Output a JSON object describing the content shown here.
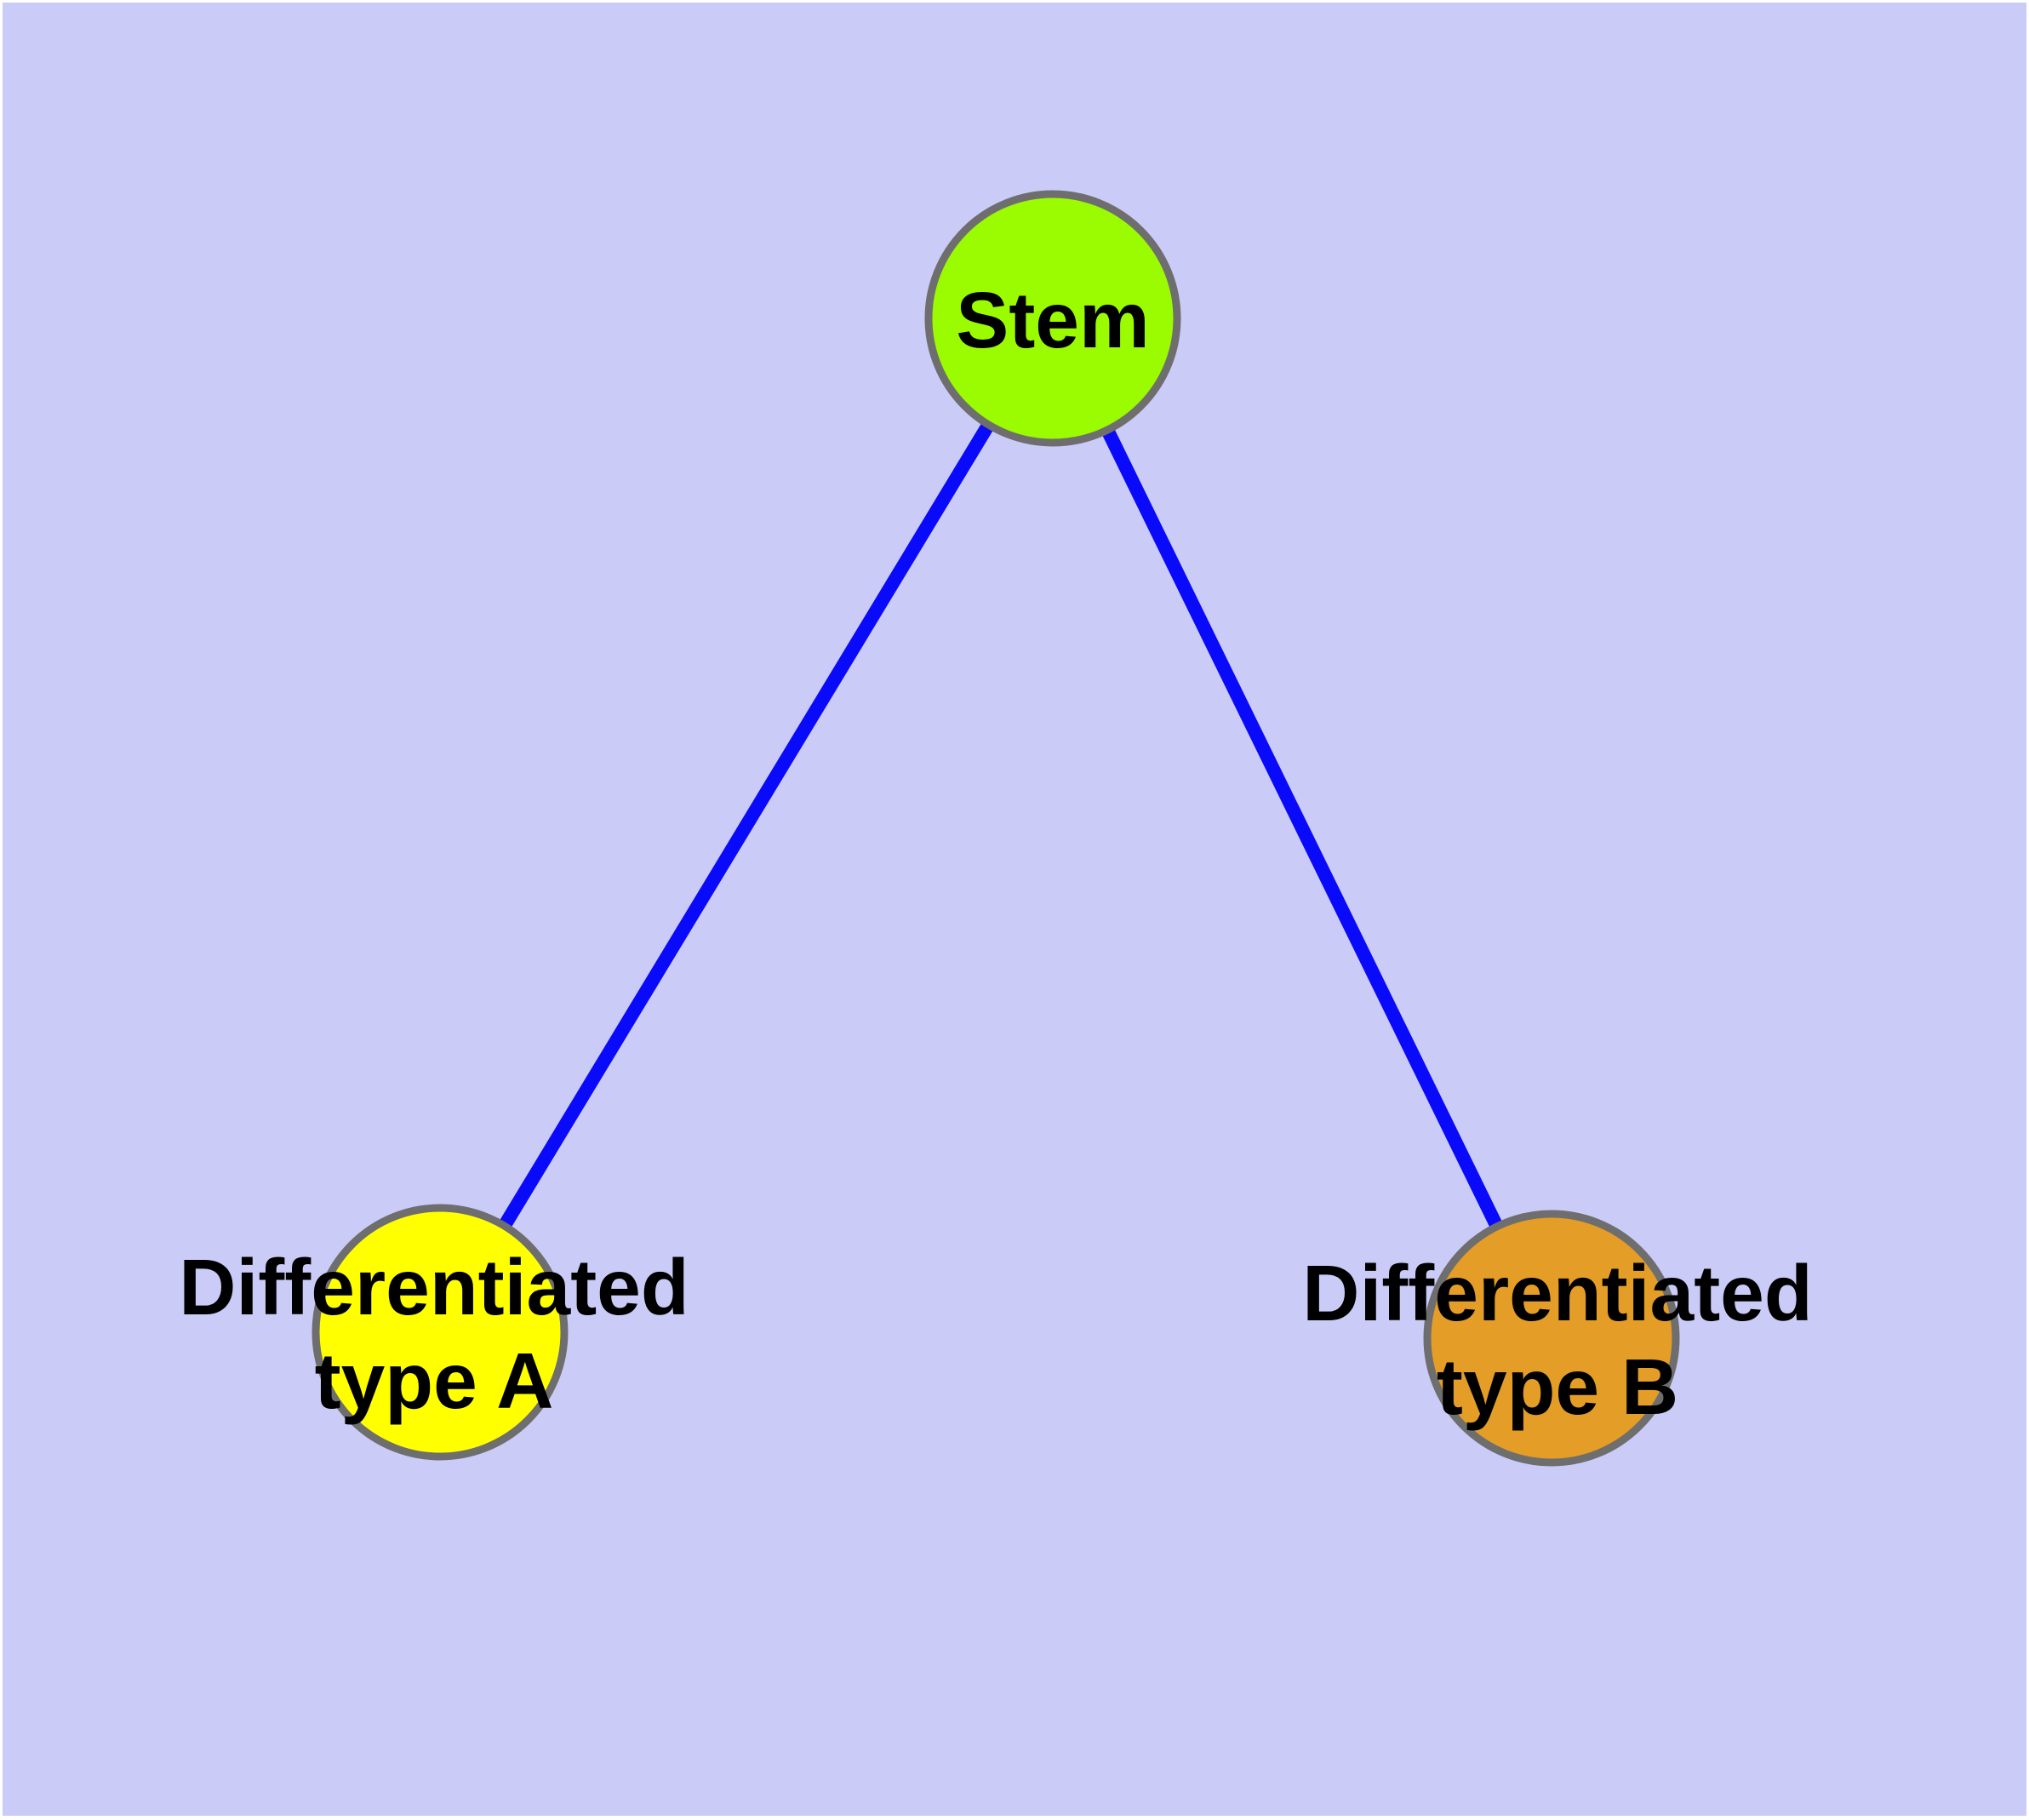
{
  "diagram": {
    "background_color": "#CBCBF8",
    "edge_color": "#0A0AFA",
    "node_border_color": "#6E6E6E",
    "label_color": "#000000",
    "nodes": {
      "stem": {
        "label": "Stem",
        "color": "#9BFB00"
      },
      "type_a": {
        "label": "Differentiated type A",
        "label_line1": "Differentiated",
        "label_line2": "type A",
        "color": "#FFFF00"
      },
      "type_b": {
        "label": "Differentiated type B",
        "label_line1": "Differentiated",
        "label_line2": "type B",
        "color": "#E49D26"
      }
    },
    "edges": [
      {
        "from": "Stem",
        "to": "Differentiated type A"
      },
      {
        "from": "Stem",
        "to": "Differentiated type B"
      }
    ]
  }
}
